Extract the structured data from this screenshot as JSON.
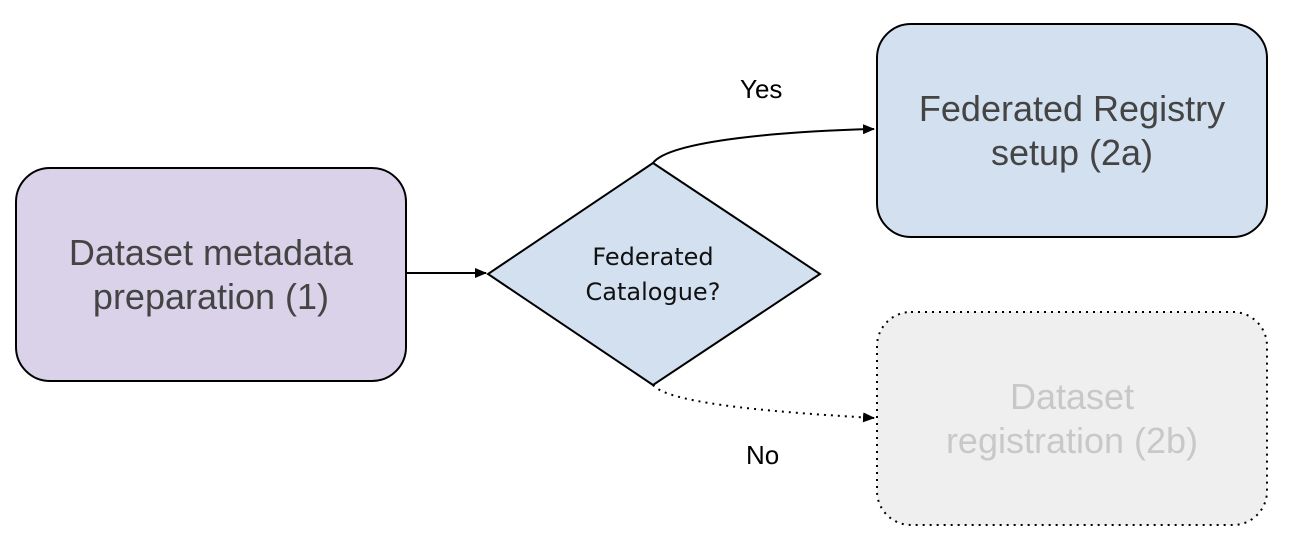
{
  "nodes": {
    "start": {
      "line1": "Dataset metadata",
      "line2": "preparation (1)",
      "fill": "#d9d2e9"
    },
    "decision": {
      "line1": "Federated",
      "line2": "Catalogue?",
      "fill": "#d3e0f0"
    },
    "registry": {
      "line1": "Federated Registry",
      "line2": "setup (2a)",
      "fill": "#d3e0f0"
    },
    "registration": {
      "line1": "Dataset",
      "line2": "registration (2b)",
      "fill": "#efefef"
    }
  },
  "edges": {
    "yes_label": "Yes",
    "no_label": "No"
  },
  "colors": {
    "stroke": "#000000",
    "text": "#444444",
    "faded_text": "#c8c8c8"
  }
}
